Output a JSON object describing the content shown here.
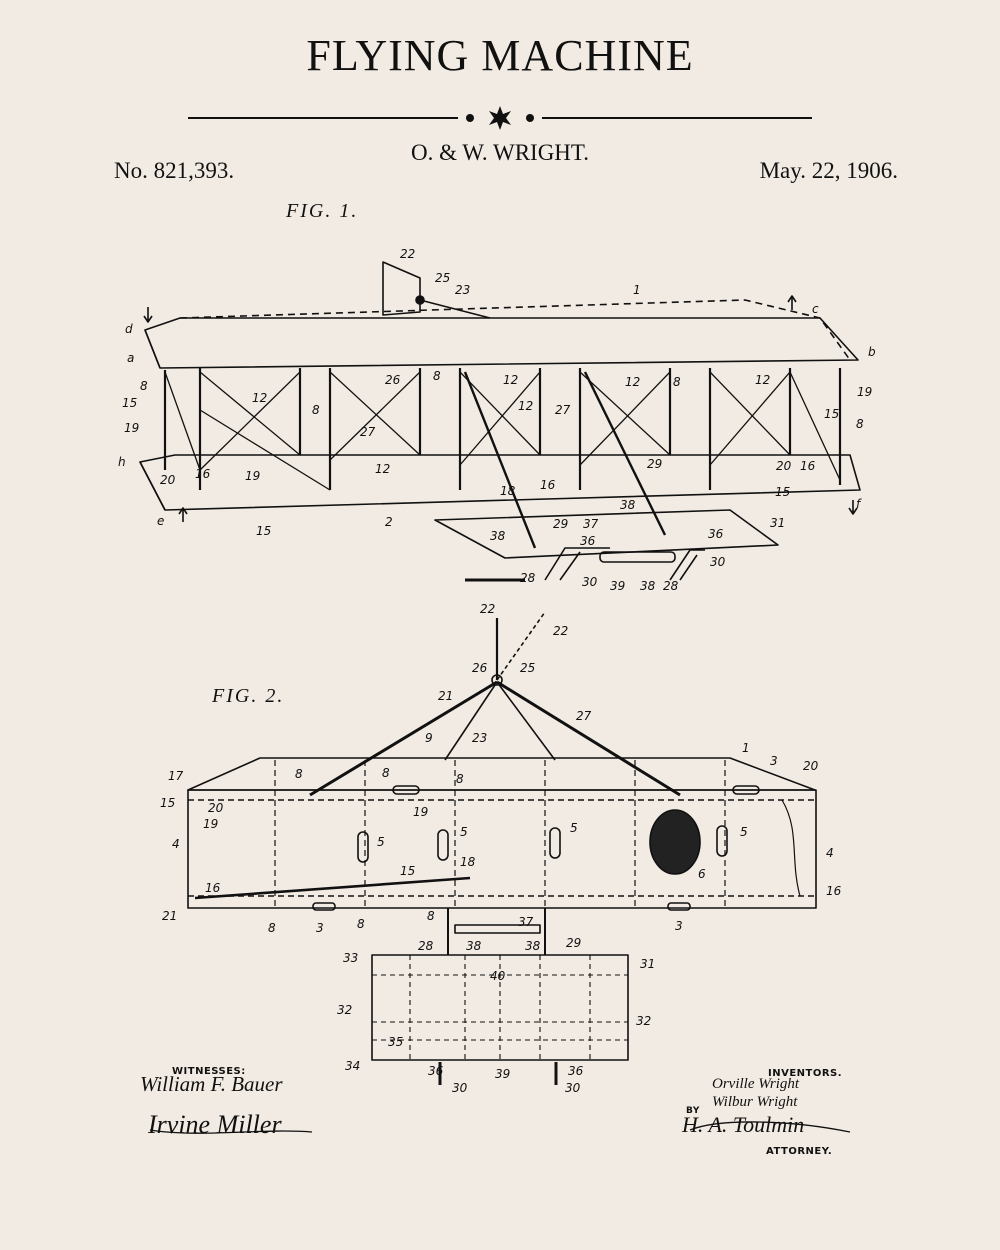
{
  "header": {
    "title": "FLYING MACHINE",
    "inventors": "O. & W. WRIGHT.",
    "patent_number": "No. 821,393.",
    "date": "May. 22, 1906."
  },
  "figures": {
    "fig1": "FIG. 1.",
    "fig2": "FIG. 2."
  },
  "signatures": {
    "witnesses_label": "WITNESSES:",
    "witness1": "William F. Bauer",
    "witness2": "Irvine Miller",
    "inventors_label": "INVENTORS.",
    "inventor1": "Orville Wright",
    "inventor2": "Wilbur Wright",
    "by_label": "BY",
    "attorney_sig": "H. A. Toulmin",
    "attorney_label": "ATTORNEY."
  }
}
